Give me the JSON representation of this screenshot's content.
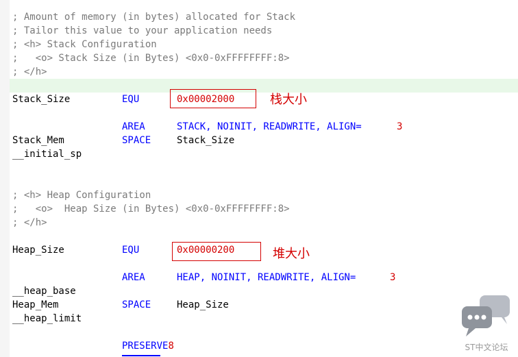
{
  "lines": {
    "l1": "; Amount of memory (in bytes) allocated for Stack",
    "l2": "; Tailor this value to your application needs",
    "l3": "; <h> Stack Configuration",
    "l4": ";   <o> Stack Size (in Bytes) <0x0-0xFFFFFFFF:8>",
    "l5": "; </h>",
    "stack_size_label": "Stack_Size",
    "stack_size_op": "EQU",
    "stack_size_value": "0x00002000",
    "area1_op": "AREA",
    "area1_args": "STACK, NOINIT, READWRITE, ALIGN=",
    "area1_align": "3",
    "stack_mem_label": "Stack_Mem",
    "stack_mem_op": "SPACE",
    "stack_mem_arg": "Stack_Size",
    "initial_sp": "__initial_sp",
    "h1": "; <h> Heap Configuration",
    "h2": ";   <o>  Heap Size (in Bytes) <0x0-0xFFFFFFFF:8>",
    "h3": "; </h>",
    "heap_size_label": "Heap_Size",
    "heap_size_op": "EQU",
    "heap_size_value": "0x00000200",
    "area2_op": "AREA",
    "area2_args": "HEAP, NOINIT, READWRITE, ALIGN=",
    "area2_align": "3",
    "heap_base": "__heap_base",
    "heap_mem_label": "Heap_Mem",
    "heap_mem_op": "SPACE",
    "heap_mem_arg": "Heap_Size",
    "heap_limit": "__heap_limit",
    "preserve_op": "PRESERVE8",
    "preserve_num": "8"
  },
  "annotations": {
    "stack_note": "栈大小",
    "heap_note": "堆大小"
  },
  "watermark": {
    "text": "ST中文论坛",
    "icon": "chat-bubble-icon"
  },
  "colors": {
    "comment": "#7a7a7a",
    "keyword": "#0000ff",
    "number": "#d40000",
    "annotation": "#d40000",
    "highlight": "#e8f8e8"
  }
}
